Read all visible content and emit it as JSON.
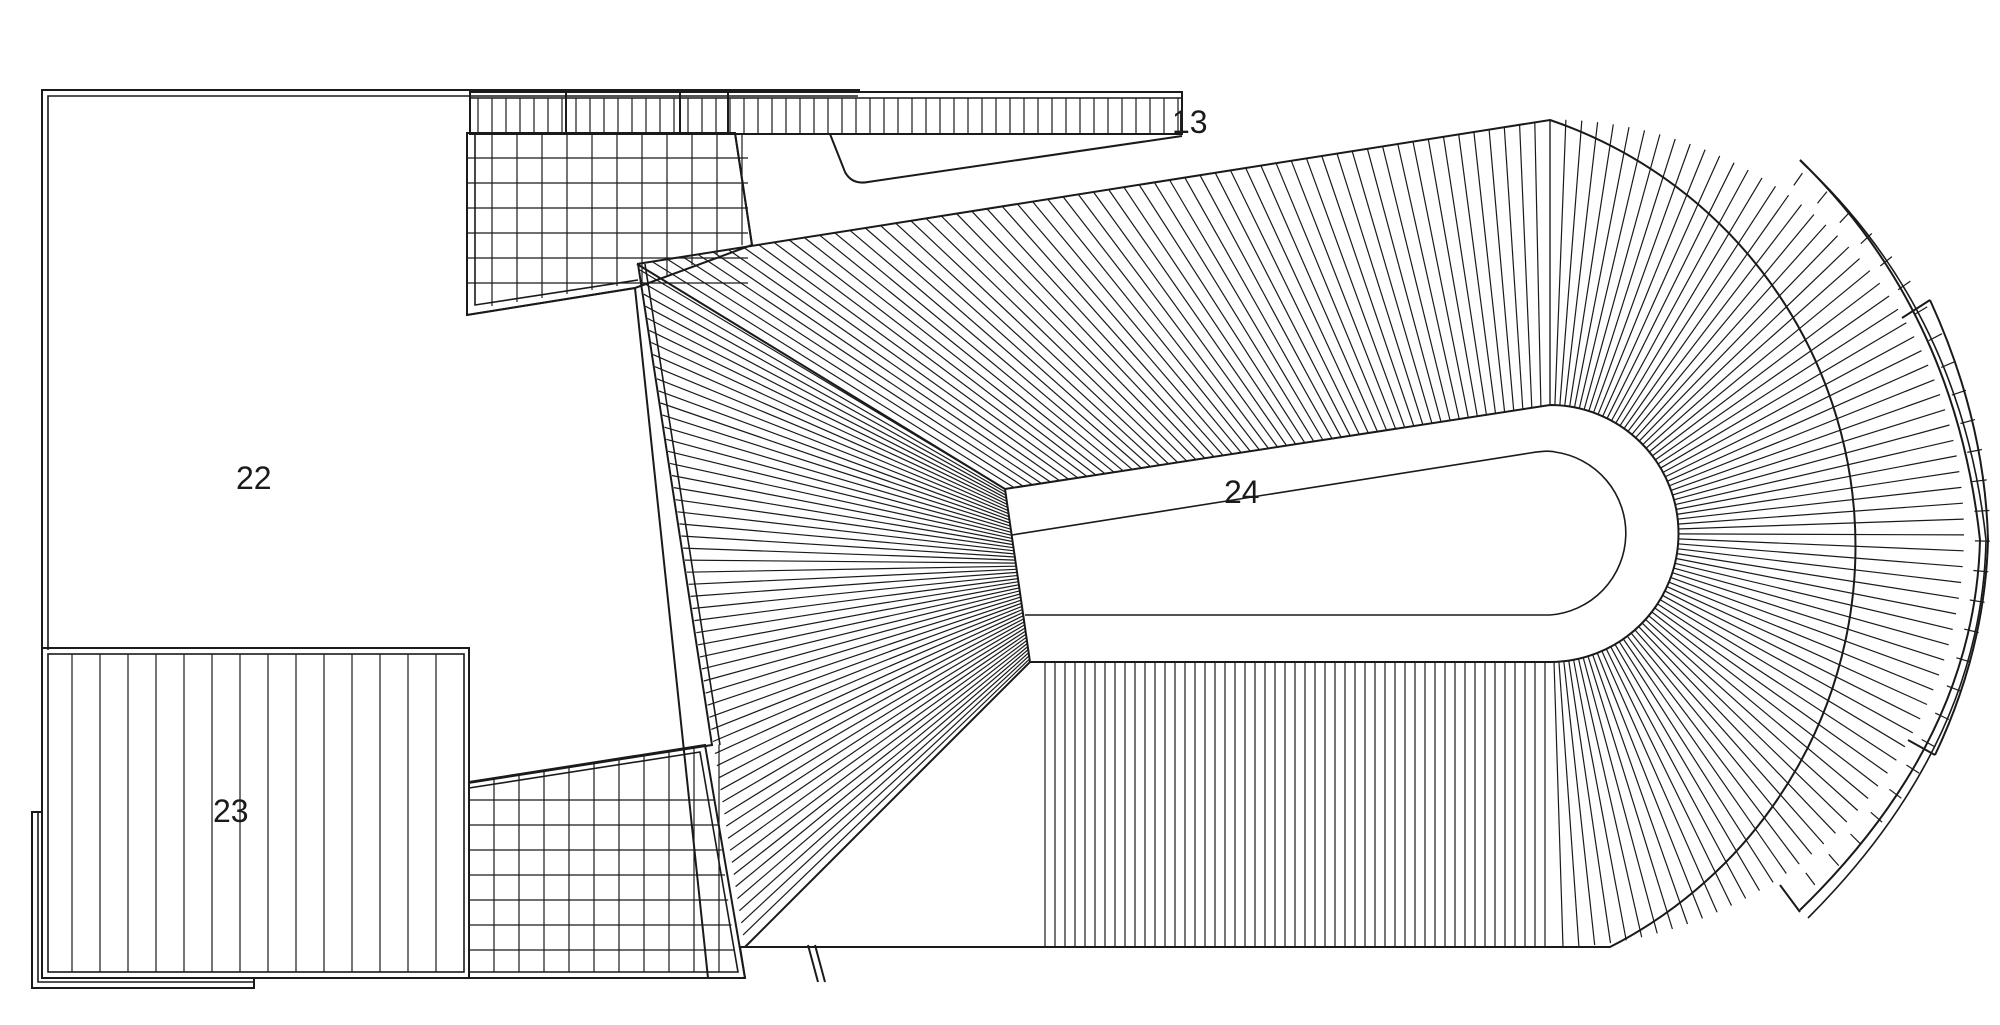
{
  "labels": {
    "room_22": "22",
    "room_23": "23",
    "room_24": "24",
    "ref_13": "13"
  },
  "colors": {
    "background": "#ffffff",
    "line": "#1a1a1a"
  }
}
